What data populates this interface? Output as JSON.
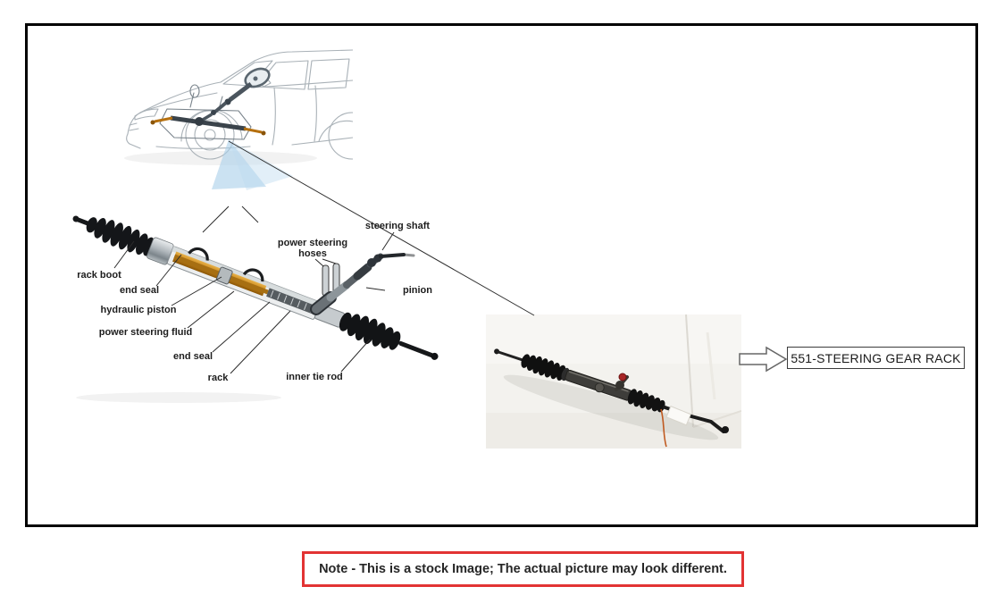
{
  "diagram": {
    "labels": {
      "rack_boot": "rack boot",
      "end_seal_left": "end seal",
      "hydraulic_piston": "hydraulic piston",
      "power_steering_fluid": "power steering fluid",
      "end_seal_right": "end seal",
      "rack": "rack",
      "inner_tie_rod": "inner tie rod",
      "hoses_line1": "power steering",
      "hoses_line2": "hoses",
      "pinion": "pinion",
      "steering_shaft": "steering shaft"
    }
  },
  "callout": {
    "arrow_icon": "right-block-arrow",
    "label": "551-STEERING GEAR RACK"
  },
  "note": {
    "text": "Note - This is a stock Image; The actual picture may look different."
  },
  "colors": {
    "frame_border": "#000000",
    "note_border": "#e23333",
    "note_text": "#262626",
    "callout_border": "#3c3c3c",
    "fluid_orange": "#c9881c",
    "boot_black": "#141619",
    "beam_blue": "#a9cfe9",
    "wire_orange": "#c05a20",
    "red_cap": "#a82626"
  }
}
